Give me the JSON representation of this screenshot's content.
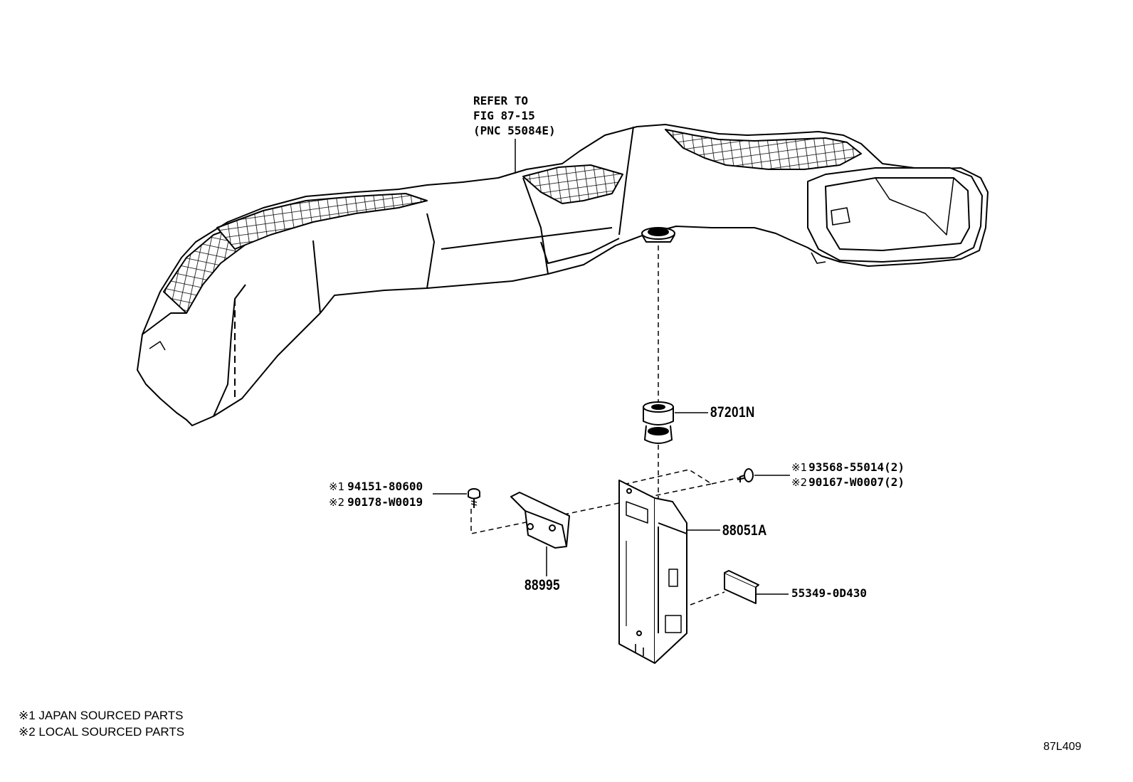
{
  "refer": {
    "line1": "REFER TO",
    "line2": "FIG 87-15",
    "line3": "(PNC 55084E)"
  },
  "parts": {
    "spacer": "87201N",
    "receiver": "88051A",
    "bracket": "88995",
    "label": "55349-0D430",
    "screw_left": {
      "jp": {
        "mark": "※1",
        "number": "94151-80600"
      },
      "local": {
        "mark": "※2",
        "number": "90178-W0019"
      }
    },
    "screw_right": {
      "jp": {
        "mark": "※1",
        "number": "93568-55014(2)"
      },
      "local": {
        "mark": "※2",
        "number": "90167-W0007(2)"
      }
    }
  },
  "legend": {
    "jp": "※1 JAPAN SOURCED PARTS",
    "local": "※2 LOCAL SOURCED PARTS"
  },
  "figure_code": "87L409"
}
